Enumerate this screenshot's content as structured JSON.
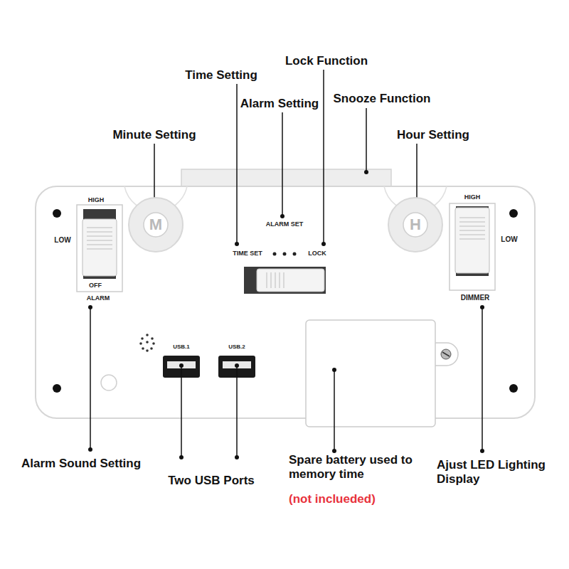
{
  "diagram": {
    "nodes": [
      {
        "text": [
          "M"
        ]
      },
      {
        "text": [
          "H"
        ]
      }
    ],
    "labels": [
      "Lock Function",
      "Time Setting",
      "Alarm Setting",
      "Snooze Function",
      "Minute Setting",
      "Hour Setting",
      "HIGH",
      "HIGH",
      "LOW",
      "LOW",
      "ALARM SET",
      "TIME SET",
      "LOCK",
      "OFF",
      "ALARM",
      "DIMMER",
      "USB.1",
      "USB.2",
      "Alarm Sound Setting",
      "Two USB Ports",
      "Spare battery used to memory time",
      "(not inclueded)",
      "Ajust LED Lighting Display"
    ]
  }
}
